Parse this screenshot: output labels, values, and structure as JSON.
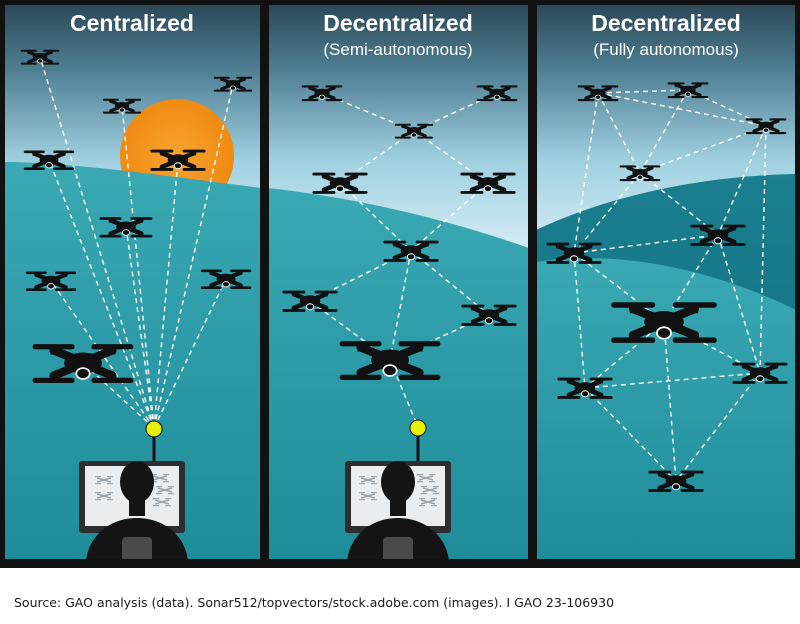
{
  "panels": [
    {
      "id": "centralized",
      "title": "Centralized",
      "subtitle": ""
    },
    {
      "id": "semi",
      "title": "Decentralized",
      "subtitle": "(Semi-autonomous)"
    },
    {
      "id": "fully",
      "title": "Decentralized",
      "subtitle": "(Fully autonomous)"
    }
  ],
  "source_line": "Source: GAO analysis (data). Sonar512/topvectors/stock.adobe.com (images).  I  GAO 23-106930",
  "colors": {
    "sky_top": "#2b4858",
    "sky_mid": "#8fc7d9",
    "sky_low": "#cfe9f2",
    "hill_light": "#2a9aa6",
    "hill_dark": "#0f6f80",
    "sun": "#f59b1e",
    "signal": "#e7f10a",
    "drone": "#111111",
    "frame": "#111111"
  },
  "icons": [
    "drone-icon",
    "operator-icon",
    "computer-monitor-icon",
    "signal-icon",
    "sun-icon"
  ]
}
